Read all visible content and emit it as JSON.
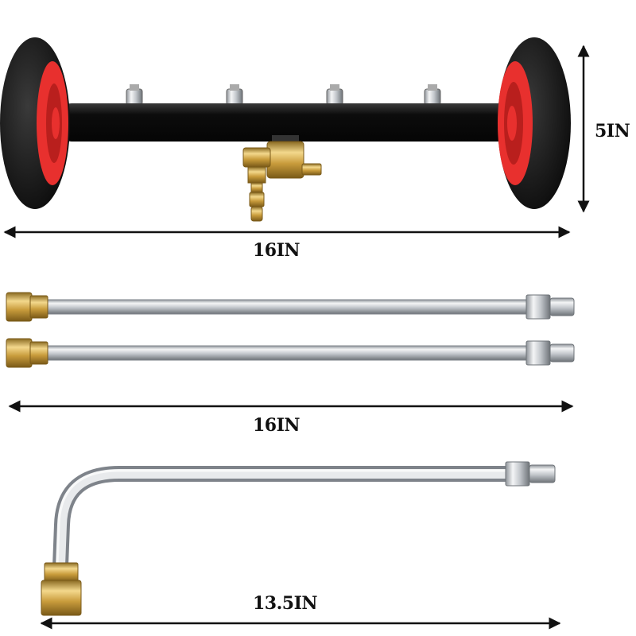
{
  "dimensions": {
    "cleaner_width": "16IN",
    "cleaner_height": "5IN",
    "straight_wand_length": "16IN",
    "curved_wand_length": "13.5IN"
  },
  "colors": {
    "wheel_tire": "#1b1b1b",
    "wheel_hub": "#e8302e",
    "bar": "#141414",
    "brass": "#d9b25a",
    "steel": "#c9ccd0",
    "arrow": "#111111"
  },
  "icons": {
    "dimension_arrow": "double-headed-arrow"
  }
}
